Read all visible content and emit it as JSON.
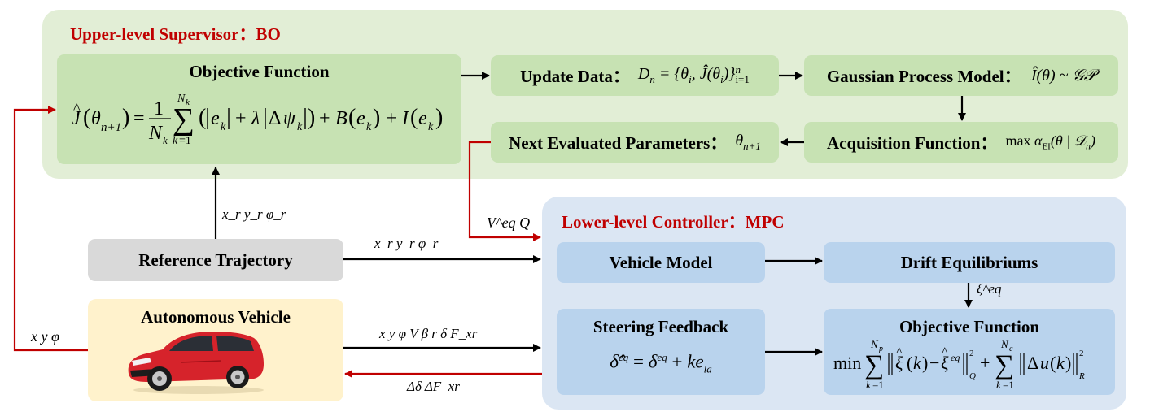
{
  "upper": {
    "title": "Upper-level  Supervisor：BO",
    "objective": {
      "title": "Objective Function",
      "formula": "Ĵ(θ_{n+1}) = (1/N_k) Σ_{k=1}^{N_k} (|e_k| + λ|Δψ_k|) + B(e_k) + I(e_k)"
    },
    "update_data": {
      "label": "Update Data：",
      "formula": "D_n = {θ_i, Ĵ(θ_i)}_{i=1}^n"
    },
    "gp_model": {
      "label": "Gaussian Process Model：",
      "formula": "Ĵ(θ) ~ 𝒢𝒫"
    },
    "next_params": {
      "label": "Next Evaluated Parameters：",
      "formula": "θ_{n+1}"
    },
    "acquisition": {
      "label": "Acquisition Function：",
      "formula": "max α_EI(θ | 𝒟_n)"
    }
  },
  "lower": {
    "title": "Lower-level  Controller：MPC",
    "vehicle_model": "Vehicle Model",
    "drift_eq": "Drift Equilibriums",
    "steering": {
      "title": "Steering Feedback",
      "formula": "δ̂^eq = δ^eq + k e_la"
    },
    "objective": {
      "title": "Objective Function",
      "formula": "min Σ_{k=1}^{N_p} ‖ξ̂(k) − ξ̂^eq‖²_Q + Σ_{k=1}^{N_c} ‖Δu(k)‖²_R"
    }
  },
  "reference_trajectory": "Reference Trajectory",
  "autonomous_vehicle": "Autonomous Vehicle",
  "signals": {
    "ref_to_obj": "x_r y_r φ_r",
    "ref_to_vehicle_model": "x_r y_r φ_r",
    "bo_to_mpc": "V^eq Q",
    "av_feedback": "x y φ",
    "av_states": "x y φ V β r δ F_xr",
    "control": "Δδ ΔF_xr",
    "xi_eq": "ξ^eq"
  },
  "colors": {
    "upper_panel": "#e2eed6",
    "lower_panel": "#dbe6f3",
    "green_box": "#c7e2b3",
    "blue_box": "#b9d3ed",
    "gray_box": "#d9d9d9",
    "yellow_box": "#fff2cc",
    "title_red": "#c00000",
    "wire_red": "#c00000",
    "wire_black": "#000000",
    "car_body": "#d6232b"
  }
}
